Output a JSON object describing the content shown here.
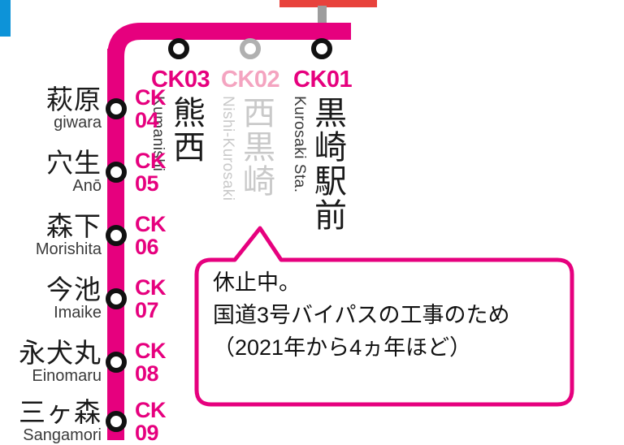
{
  "map": {
    "line_color": "#e6007e",
    "line_color_muted": "#f4a4c0",
    "closed_marker_color": "#b0b0b0",
    "marker_color": "#111111",
    "accent_blue": "#0d93d8",
    "accent_red": "#e8423c",
    "connector_gray": "#9d9d9d"
  },
  "stations_top": [
    {
      "code": "CK03",
      "name_ja": "熊西",
      "name_en": "Kumanishi",
      "status": "open"
    },
    {
      "code": "CK02",
      "name_ja": "西黒崎",
      "name_en": "Nishi-Kurosaki",
      "status": "suspended"
    },
    {
      "code": "CK01",
      "name_ja": "黒崎駅前",
      "name_en": "Kurosaki Sta.",
      "status": "open"
    }
  ],
  "stations_left": [
    {
      "code_top": "CK",
      "code_bottom": "04",
      "name_ja": "萩原",
      "name_en": "giwara"
    },
    {
      "code_top": "CK",
      "code_bottom": "05",
      "name_ja": "穴生",
      "name_en": "Anō"
    },
    {
      "code_top": "CK",
      "code_bottom": "06",
      "name_ja": "森下",
      "name_en": "Morishita"
    },
    {
      "code_top": "CK",
      "code_bottom": "07",
      "name_ja": "今池",
      "name_en": "Imaike"
    },
    {
      "code_top": "CK",
      "code_bottom": "08",
      "name_ja": "永犬丸",
      "name_en": "Einomaru"
    },
    {
      "code_top": "CK",
      "code_bottom": "09",
      "name_ja": "三ヶ森",
      "name_en": "Sangamori"
    }
  ],
  "callout": {
    "border_color": "#e6007e",
    "line1": "休止中。",
    "line2": "国道3号バイパスの工事のため",
    "line3": "（2021年から4ヵ年ほど）"
  }
}
